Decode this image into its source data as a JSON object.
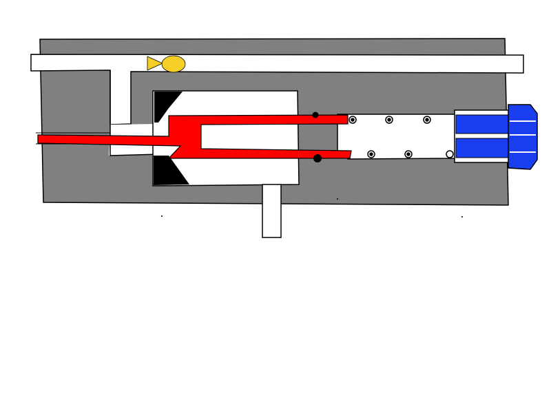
{
  "diagram": {
    "type": "mechanical cross-section sketch",
    "components": [
      {
        "id": "housing-block",
        "color": "#808080"
      },
      {
        "id": "upper-channel",
        "color": "#ffffff"
      },
      {
        "id": "vertical-passage",
        "color": "#ffffff"
      },
      {
        "id": "valve-body",
        "color": "#ffffff"
      },
      {
        "id": "nozzle",
        "color": "#ff0000"
      },
      {
        "id": "black-seal-upper",
        "color": "#000000"
      },
      {
        "id": "black-seal-lower",
        "color": "#000000"
      },
      {
        "id": "spring-chamber",
        "color": "#ffffff"
      },
      {
        "id": "blue-actuator",
        "color": "#1a3ff0"
      },
      {
        "id": "bottom-outlet-port",
        "color": "#ffffff"
      },
      {
        "id": "yellow-fish-marker",
        "color": "#f5cf25"
      }
    ]
  }
}
